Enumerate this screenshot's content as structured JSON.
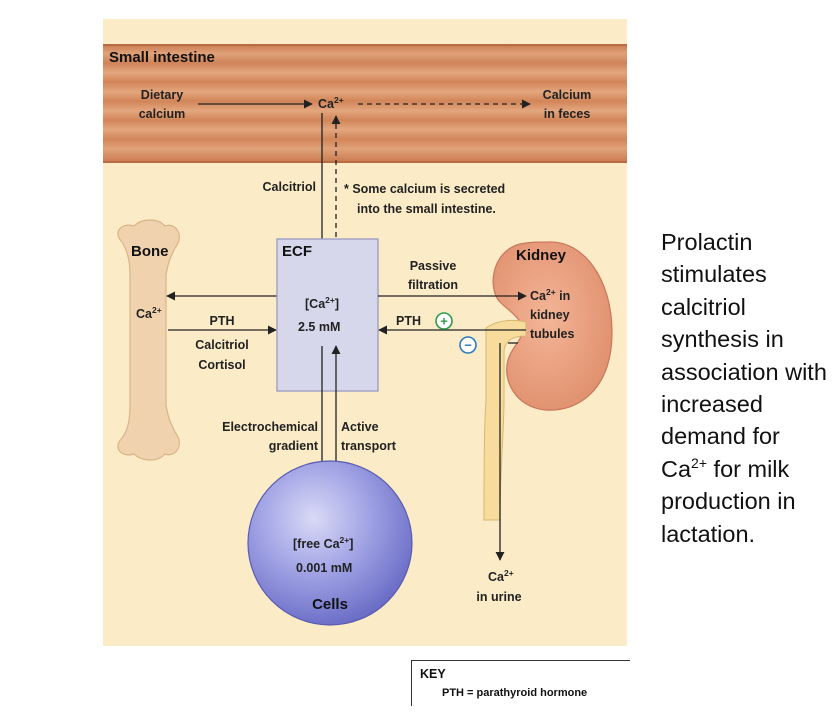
{
  "sections": {
    "small_intestine": "Small intestine",
    "bone": "Bone",
    "ecf": "ECF",
    "kidney": "Kidney",
    "cells": "Cells"
  },
  "intestine": {
    "dietary_1": "Dietary",
    "dietary_2": "calcium",
    "ca": "Ca",
    "ca_sup": "2+",
    "feces_1": "Calcium",
    "feces_2": "in feces"
  },
  "labels": {
    "calcitriol": "Calcitriol",
    "secreted_1": "* Some calcium is secreted",
    "secreted_2": "into the small intestine.",
    "bone_ca": "Ca",
    "bone_ca_sup": "2+",
    "pth": "PTH",
    "calcitriol_2": "Calcitriol",
    "cortisol": "Cortisol",
    "ecf_conc_open": "[Ca",
    "ecf_conc_sup": "2+",
    "ecf_conc_close": "]",
    "ecf_value": "2.5 mM",
    "passive_1": "Passive",
    "passive_2": "filtration",
    "kidney_pth": "PTH",
    "plus_sign": "+",
    "minus_sign": "−",
    "tubules_1_main": "Ca",
    "tubules_1_sup": "2+",
    "tubules_1_rest": " in",
    "tubules_2": "kidney",
    "tubules_3": "tubules",
    "electro_1": "Electrochemical",
    "electro_2": "gradient",
    "active_1": "Active",
    "active_2": "transport",
    "cells_conc_open": "[free Ca",
    "cells_conc_sup": "2+",
    "cells_conc_close": "]",
    "cells_value": "0.001 mM",
    "urine_ca": "Ca",
    "urine_ca_sup": "2+",
    "urine_2": "in urine"
  },
  "side_note": {
    "part1": "Prolactin stimulates calcitriol synthesis  in association with increased demand for Ca",
    "sup": "2+",
    "part2": " for milk production in lactation."
  },
  "key": {
    "title": "KEY",
    "entry": "PTH = parathyroid hormone"
  },
  "colors": {
    "background_panel": "#fbecc7",
    "intestine": "#d89167",
    "bone": "#f0d3ae",
    "ecf_box": "#d7d7ec",
    "kidney": "#e79a79",
    "kidney_tubule": "#f7dc9e",
    "cells": "#7d7fcf",
    "plus_green": "#2f9a48",
    "minus_blue": "#2c7bbf"
  }
}
